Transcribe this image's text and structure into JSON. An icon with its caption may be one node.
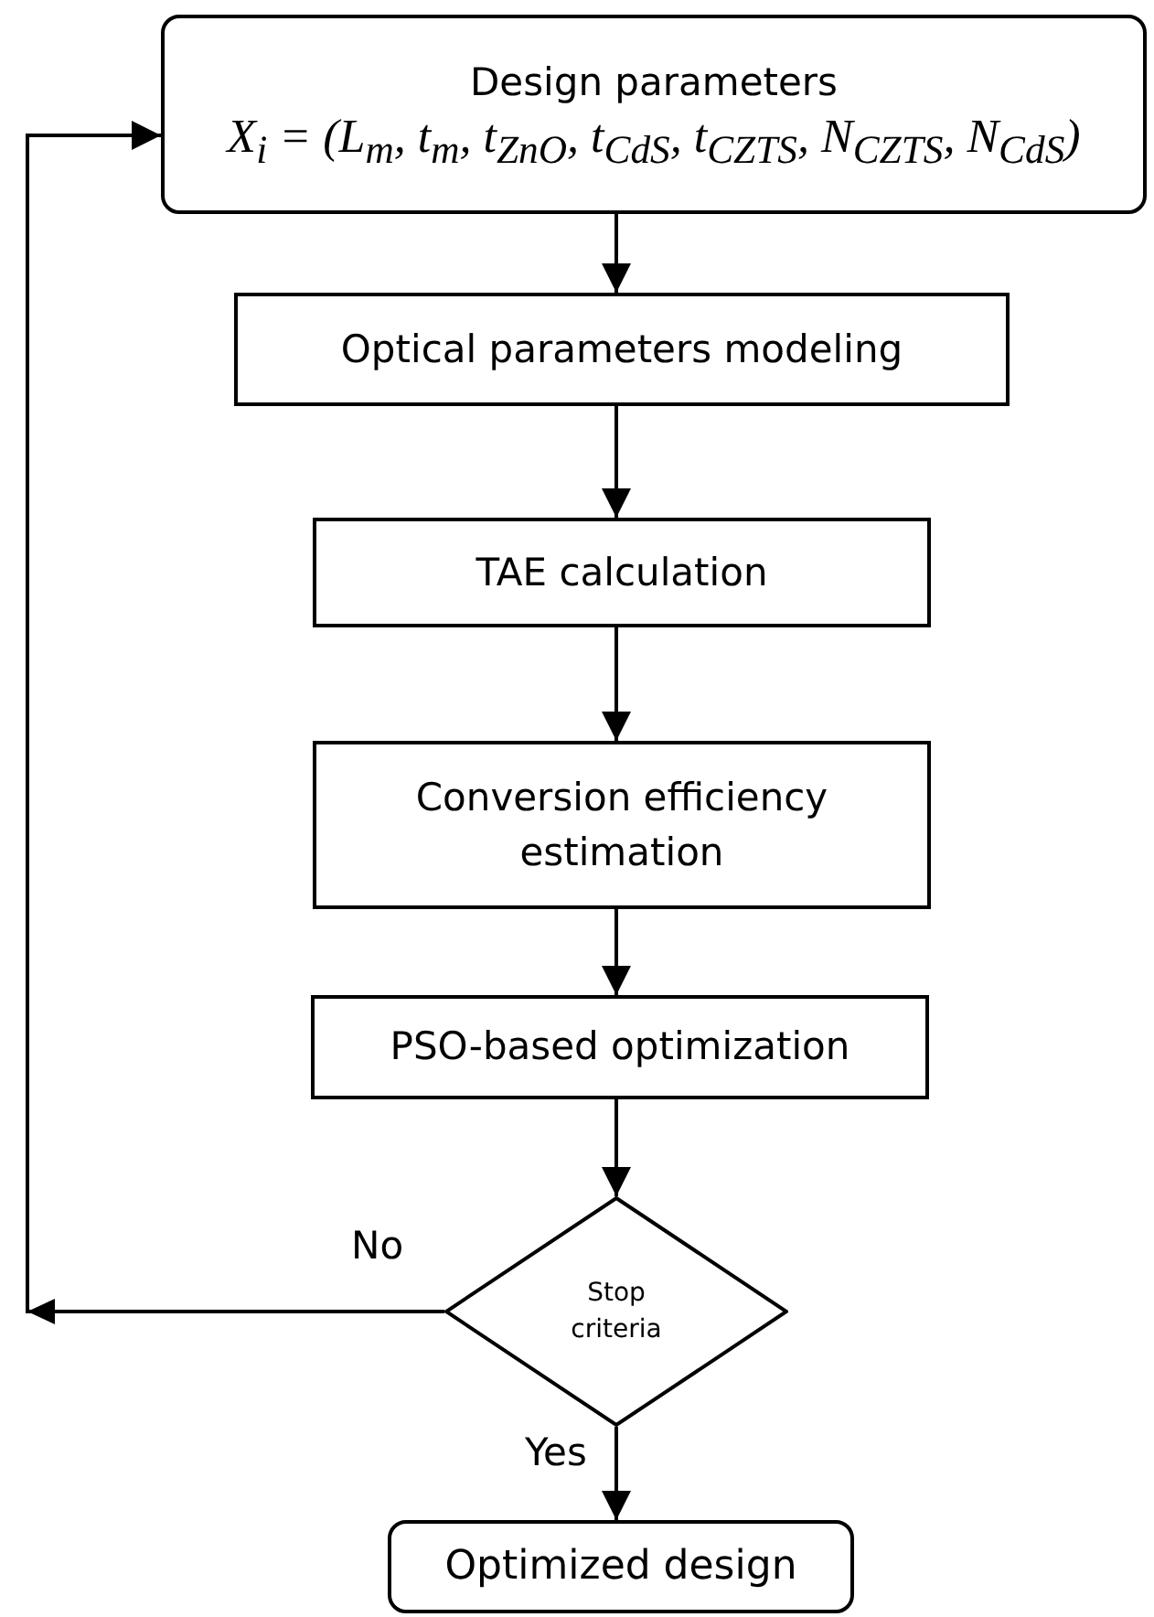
{
  "diagram": {
    "nodes": [
      {
        "text": [
          "Design parameters",
          "X$_{i}$ = (L$_{m}$, t$_{m}$, t$_{ZnO}$, t$_{CdS}$, t$_{CZTS}$, N$_{CZTS}$, N$_{CdS}$)"
        ]
      },
      {
        "text": [
          "Optical parameters modeling"
        ]
      },
      {
        "text": [
          "TAE calculation"
        ]
      },
      {
        "text": [
          "Conversion efficiency estimation"
        ]
      },
      {
        "text": [
          "PSO-based optimization"
        ]
      },
      {
        "text": [
          "Stop criteria"
        ]
      },
      {
        "text": [
          "Optimized design"
        ]
      }
    ],
    "edges": [
      {
        "from": 0,
        "to": 1,
        "arrow": "to"
      },
      {
        "from": 1,
        "to": 2,
        "arrow": "to"
      },
      {
        "from": 2,
        "to": 3,
        "arrow": "to"
      },
      {
        "from": 3,
        "to": 4,
        "arrow": "to"
      },
      {
        "from": 4,
        "to": 5,
        "arrow": "to"
      },
      {
        "from": 5,
        "to": 6,
        "arrow": "to",
        "label": "Yes"
      },
      {
        "from": 5,
        "to": 0,
        "arrow": "to",
        "label": "No"
      }
    ]
  }
}
